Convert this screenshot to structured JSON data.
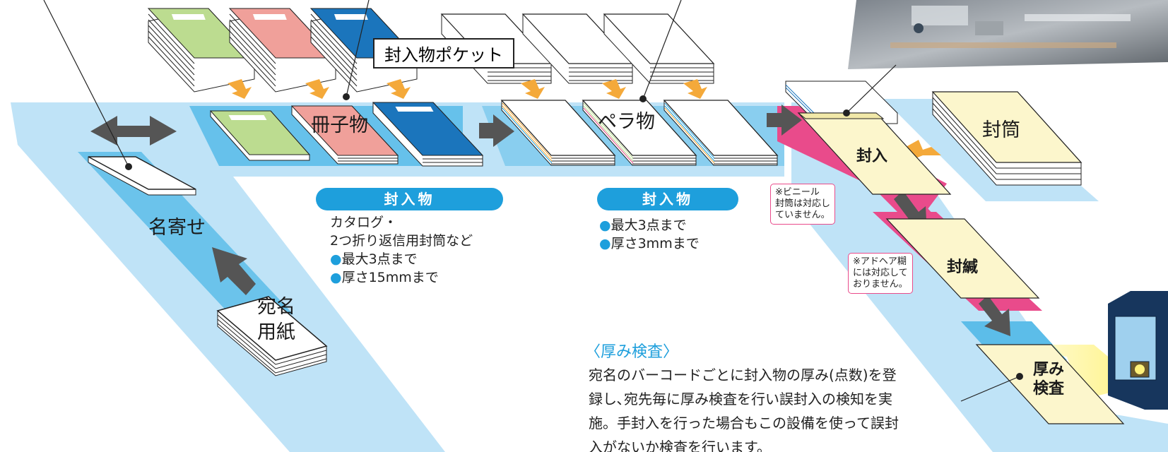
{
  "labels": {
    "booklet": "冊子物",
    "sheet": "ペラ物",
    "envelope": "封筒",
    "insert": "封入",
    "seal": "封緘",
    "thickness_check": [
      "厚み",
      "検査"
    ],
    "name_merge": "名寄せ",
    "address_paper": [
      "宛名",
      "用紙"
    ],
    "pocket": "封入物ポケット"
  },
  "insert_spec_booklet": {
    "title": "封入物",
    "lines": [
      "カタログ・",
      "2つ折り返信用封筒など"
    ],
    "bullets": [
      "最大3点まで",
      "厚さ15mmまで"
    ]
  },
  "insert_spec_sheet": {
    "title": "封入物",
    "bullets": [
      "最大3点まで",
      "厚さ3mmまで"
    ]
  },
  "notes": {
    "vinyl": [
      "※ビニール",
      "封筒は対応し",
      "ていません。"
    ],
    "adhesive": [
      "※アドヘア糊",
      "には対応して",
      "おりません。"
    ]
  },
  "thickness_section": {
    "title": "〈厚み検査〉",
    "text": [
      "宛名のバーコードごとに封入物の厚み(点数)を登",
      "録し､宛先毎に厚み検査を行い誤封入の検知を実",
      "施。手封入を行った場合もこの設備を使って誤封",
      "入がないか検査を行います。"
    ]
  },
  "colors": {
    "belt_light": "#bfe3f7",
    "belt_mid": "#5cbde9",
    "pill": "#1e9fdc",
    "pink": "#e94b8b",
    "arrow_gray": "#555555",
    "arrow_orange": "#f4a93a",
    "green": "#bcdc90",
    "red": "#f0a09a",
    "blue": "#1b75bc",
    "cream": "#fcf6cc",
    "navy": "#17365d"
  }
}
